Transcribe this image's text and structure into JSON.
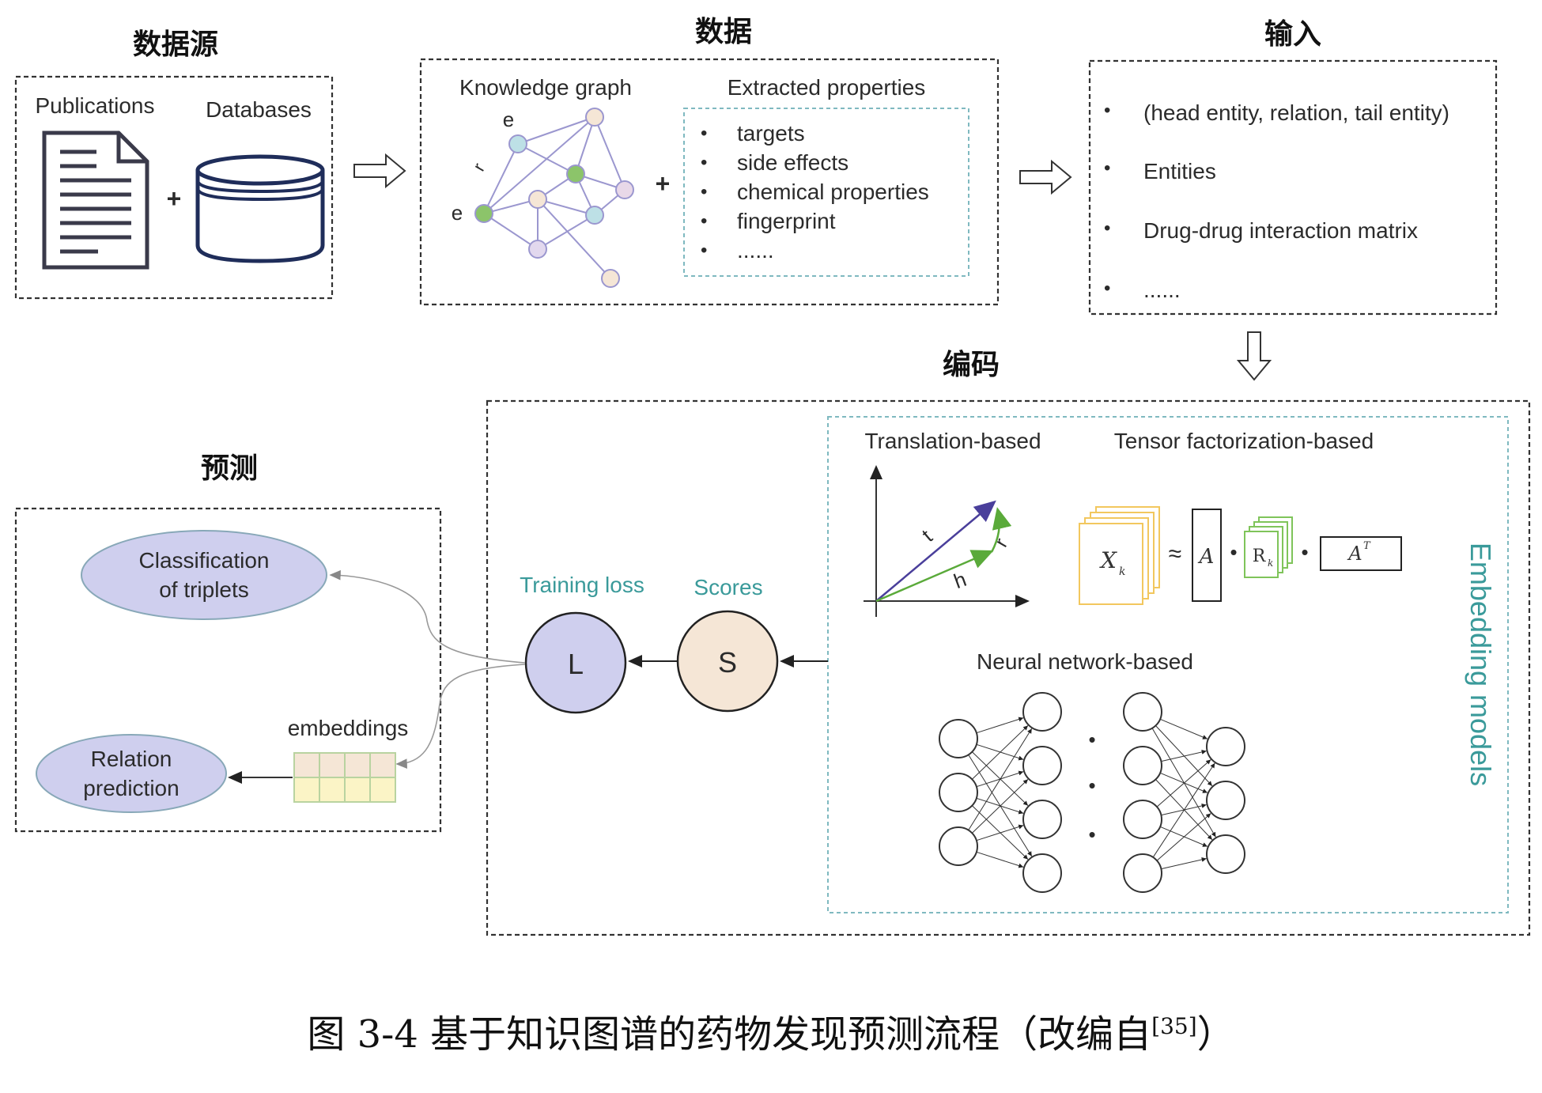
{
  "headings": {
    "data_source": "数据源",
    "data": "数据",
    "input": "输入",
    "encoding": "编码",
    "prediction": "预测"
  },
  "data_source": {
    "publications": "Publications",
    "databases": "Databases",
    "plus": "+"
  },
  "data": {
    "knowledge_graph": "Knowledge graph",
    "node_e_top": "e",
    "node_e_left": "e",
    "edge_r": "r",
    "plus": "+",
    "extracted_title": "Extracted properties",
    "extracted_items": [
      "targets",
      "side effects",
      "chemical properties",
      "fingerprint",
      "......"
    ]
  },
  "input": {
    "items": [
      "(head entity, relation, tail entity)",
      "Entities",
      "Drug-drug interaction matrix",
      "......"
    ]
  },
  "encoding": {
    "training_loss": "Training loss",
    "scores": "Scores",
    "L": "L",
    "S": "S",
    "embedding_models": "Embedding models",
    "translation_based": "Translation-based",
    "tensor_based": "Tensor factorization-based",
    "neural_based": "Neural network-based",
    "vec_t": "t",
    "vec_r": "r",
    "vec_h": "h",
    "tensor_X": "X",
    "tensor_X_sub": "k",
    "approx": "≈",
    "mat_A": "A",
    "mat_R": "R",
    "mat_R_sub": "k",
    "mat_AT": "A",
    "mat_AT_sup": "T",
    "dot": "•",
    "vdots": "⋮"
  },
  "prediction": {
    "classification_line1": "Classification",
    "classification_line2": "of triplets",
    "relation_line1": "Relation",
    "relation_line2": "prediction",
    "embeddings": "embeddings"
  },
  "caption": {
    "prefix": "图 3-4  基于知识图谱的药物发现预测流程（改编自",
    "ref": "[35]",
    "suffix": "）"
  },
  "colors": {
    "teal": "#3a9a9a",
    "node_purple": "#cfcfee",
    "node_beige": "#f5e6d6",
    "node_blue": "#bde0e6",
    "node_green": "#8cc46a",
    "vec_purple": "#4a3f9b",
    "vec_green": "#5aaa3a",
    "tensor_yellow": "#f2c75e",
    "tensor_green": "#7fc45a"
  }
}
